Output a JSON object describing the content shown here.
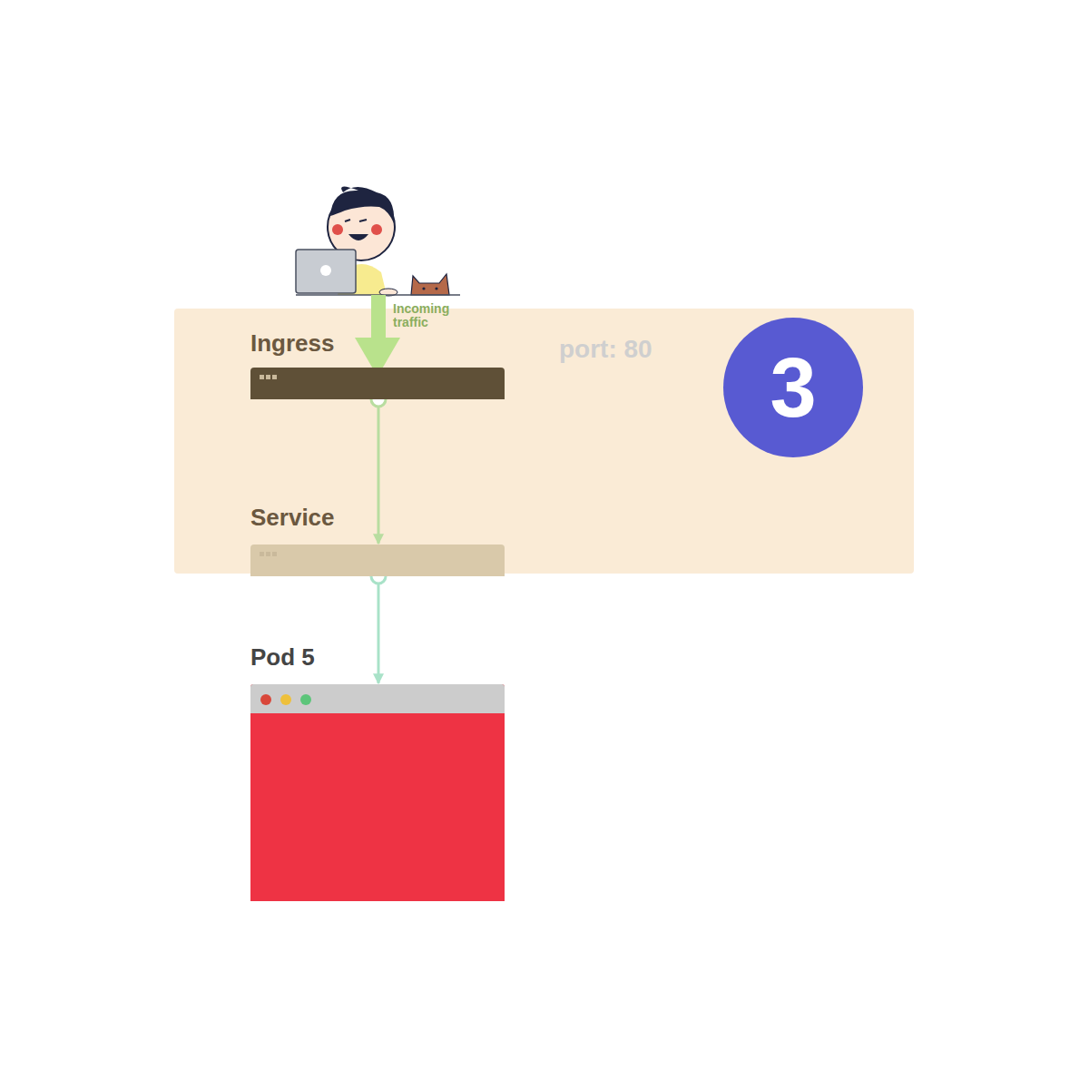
{
  "diagram": {
    "nodes": [
      {
        "text": [
          "port: 80"
        ]
      },
      {
        "text": [
          "Ingress"
        ],
        "in": 0
      },
      {
        "text": [
          "Service"
        ],
        "in": 0
      },
      {
        "text": [
          "3"
        ],
        "in": 0
      },
      {
        "text": [
          "Pod 5"
        ]
      }
    ],
    "edges": [
      {
        "from": 1,
        "to": 2,
        "arrow": "to"
      },
      {
        "from": 2,
        "to": 4,
        "arrow": "to"
      }
    ],
    "labels": [
      "Incoming traffic"
    ]
  }
}
